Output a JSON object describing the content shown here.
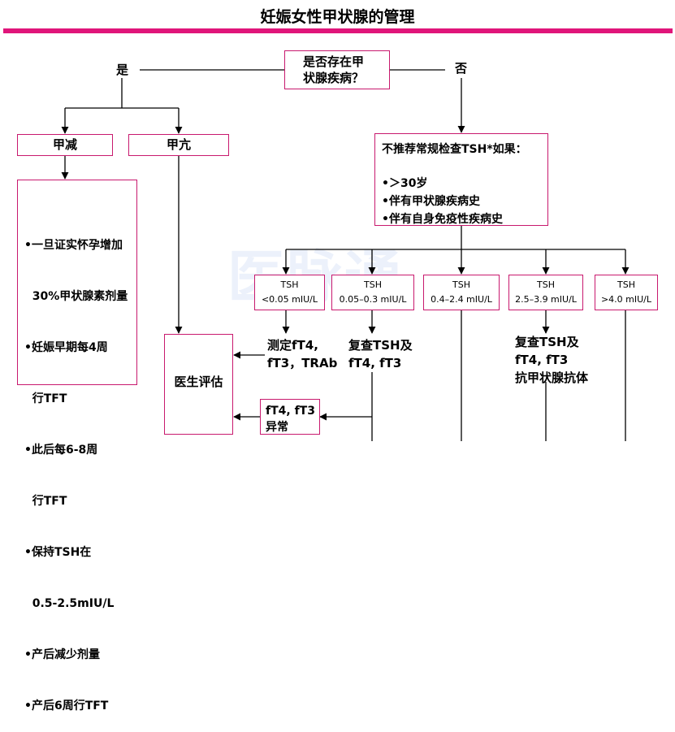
{
  "title": "妊娠女性甲状腺的管理",
  "watermark": "医脉通",
  "nodes": {
    "question": [
      "是否存在甲",
      "状腺疾病？"
    ],
    "yes": "是",
    "no": "否",
    "hypo": "甲减",
    "hyper": "甲亢",
    "hypo_mgmt": [
      "•一旦证实怀孕增加",
      "  30%甲状腺素剂量",
      "•妊娠早期每4周",
      "  行TFT",
      "•此后每6-8周",
      "  行TFT",
      "•保持TSH在",
      "  0.5-2.5mIU/L",
      "•产后减少剂量",
      "•产后6周行TFT"
    ],
    "no_screen": {
      "head": "不推荐常规检查TSH*如果：",
      "items": [
        "•＞30岁",
        "•伴有甲状腺疾病史",
        "•伴有自身免疫性疾病史"
      ]
    },
    "tsh": [
      {
        "name": "TSH",
        "range": "<0.05 mIU/L"
      },
      {
        "name": "TSH",
        "range": "0.05–0.3 mIU/L"
      },
      {
        "name": "TSH",
        "range": "0.4–2.4 mIU/L"
      },
      {
        "name": "TSH",
        "range": "2.5–3.9 mIU/L"
      },
      {
        "name": "TSH",
        "range": ">4.0 mIU/L"
      }
    ],
    "measure": [
      "测定fT4,",
      "fT3，TRAb"
    ],
    "recheck1": [
      "复查TSH及",
      "fT4, fT3"
    ],
    "recheck2": [
      "复查TSH及",
      "fT4, fT3",
      "抗甲状腺抗体"
    ],
    "doctor": "医生评估",
    "abnormal": [
      "fT4, fT3",
      "异常"
    ]
  }
}
